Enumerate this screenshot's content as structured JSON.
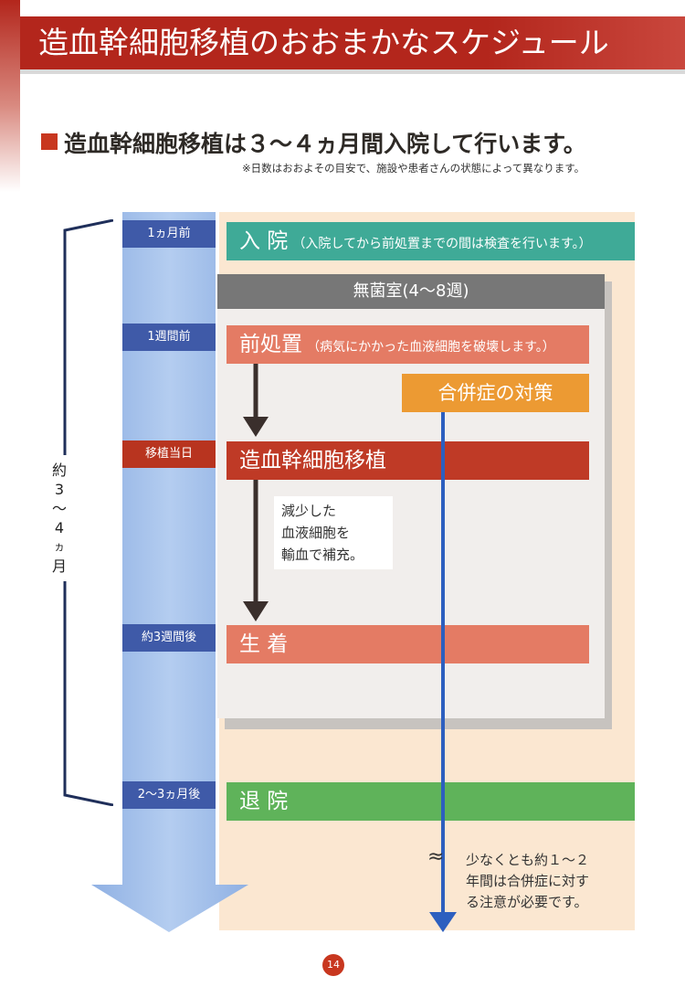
{
  "header": {
    "title": "造血幹細胞移植のおおまかなスケジュール"
  },
  "subtitle": "造血幹細胞移植は３～４ヵ月間入院して行います。",
  "note": "※日数はおおよその目安で、施設や患者さんの状態によって異なります。",
  "duration_chars": [
    "約",
    "3",
    "〜",
    "4",
    "ヵ",
    "月"
  ],
  "timeline_labels": {
    "one_month_before": "1ヵ月前",
    "one_week_before": "1週間前",
    "transplant_day": "移植当日",
    "three_weeks_after": "約3週間後",
    "two_three_months_after": "2〜3ヵ月後"
  },
  "steps": {
    "admission": {
      "title": "入 院",
      "note": "（入院してから前処置までの間は検査を行います。）"
    },
    "sterile_room": "無菌室(4〜8週)",
    "preconditioning": {
      "title": "前処置",
      "note": "（病気にかかった血液細胞を破壊します。）"
    },
    "complications": "合併症の対策",
    "transplant": "造血幹細胞移植",
    "engraftment": "生 着",
    "discharge": "退 院"
  },
  "transfusion_note": [
    "減少した",
    "血液細胞を",
    "輸血で補充。"
  ],
  "caution_note": [
    "少なくとも約１～２",
    "年間は合併症に対す",
    "る注意が必要です。"
  ],
  "wave_symbol": "≈",
  "page_number": "14",
  "colors": {
    "header_red": "#b3261c",
    "admission_teal": "#3faa97",
    "preconditioning_salmon": "#e47b64",
    "complications_orange": "#ec9a33",
    "transplant_red": "#bf3a26",
    "discharge_green": "#5fb35a",
    "timeline_blue": "#3f5aa8",
    "arrow_blue": "#2d5fbf"
  }
}
